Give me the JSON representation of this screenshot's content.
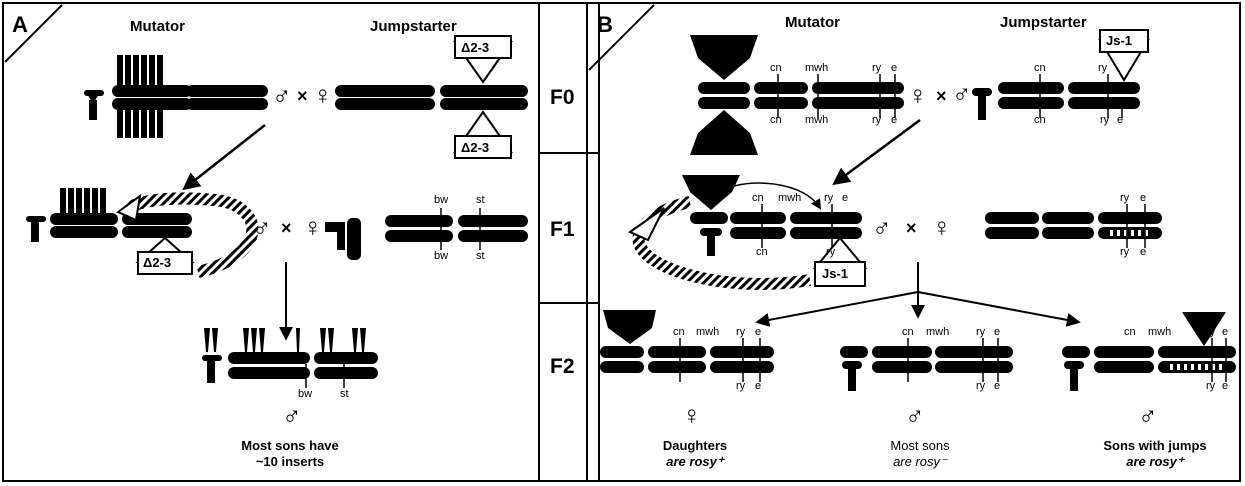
{
  "panel_a": {
    "label": "A",
    "mutator_title": "Mutator",
    "jumpstarter_title": "Jumpstarter",
    "delta_label": "Δ2-3",
    "genes": {
      "bw": "bw",
      "st": "st"
    },
    "male": "♂",
    "female": "♀",
    "cross": "×",
    "caption_line1": "Most sons have",
    "caption_line2": "~10 inserts"
  },
  "generations": [
    "F0",
    "F1",
    "F2"
  ],
  "panel_b": {
    "label": "B",
    "mutator_title": "Mutator",
    "jumpstarter_title": "Jumpstarter",
    "js_label": "Js-1",
    "genes": {
      "cn": "cn",
      "mwh": "mwh",
      "ry": "ry",
      "e": "e"
    },
    "male": "♂",
    "female": "♀",
    "cross": "×",
    "daughters_line1": "Daughters",
    "daughters_line2": "are rosy⁺",
    "most_sons_line1": "Most sons",
    "most_sons_line2": "are rosy⁻",
    "jump_sons_line1": "Sons with jumps",
    "jump_sons_line2": "are rosy⁺"
  }
}
